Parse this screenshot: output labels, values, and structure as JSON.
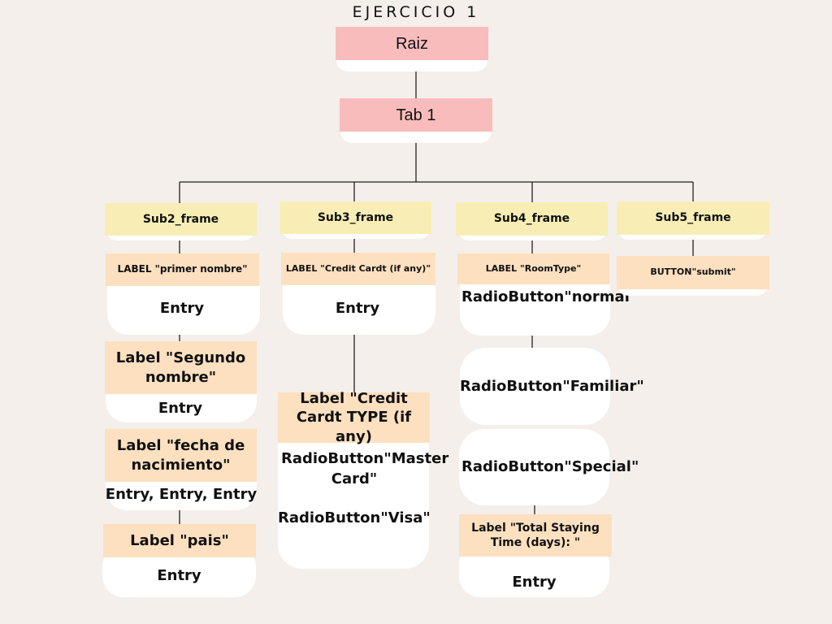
{
  "title": "EJERCICIO 1",
  "root": "Raiz",
  "tab": "Tab 1",
  "sub2": {
    "frame": "Sub2_frame",
    "label_primer": "LABEL \"primer nombre\"",
    "entry1": "Entry",
    "label_segundo": "Label \"Segundo nombre\"",
    "entry2": "Entry",
    "label_fecha": "Label \"fecha de nacimiento\"",
    "entry3": "Entry, Entry, Entry",
    "label_pais": "Label \"pais\"",
    "entry4": "Entry"
  },
  "sub3": {
    "frame": "Sub3_frame",
    "label_credit": "LABEL \"Credit Cardt (if any)\"",
    "entry1": "Entry",
    "label_type": "Label \"Credit Cardt TYPE (if any)",
    "radio_master": "RadioButton\"Master Card\"",
    "radio_visa": "RadioButton\"Visa\""
  },
  "sub4": {
    "frame": "Sub4_frame",
    "label_roomtype": "LABEL \"RoomType\"",
    "radio_normal": "RadioButton\"normal\"",
    "radio_familiar": "RadioButton\"Familiar\"",
    "radio_special": "RadioButton\"Special\"",
    "label_total": "Label \"Total Staying Time (days): \"",
    "entry1": "Entry"
  },
  "sub5": {
    "frame": "Sub5_frame",
    "button_submit": "BUTTON\"submit\""
  },
  "colors": {
    "background": "#f4efea",
    "root_fill": "#f8bcbc",
    "frame_fill": "#f8eeb5",
    "label_fill": "#fce0c0",
    "card_fill": "#ffffff",
    "line": "#222222"
  }
}
